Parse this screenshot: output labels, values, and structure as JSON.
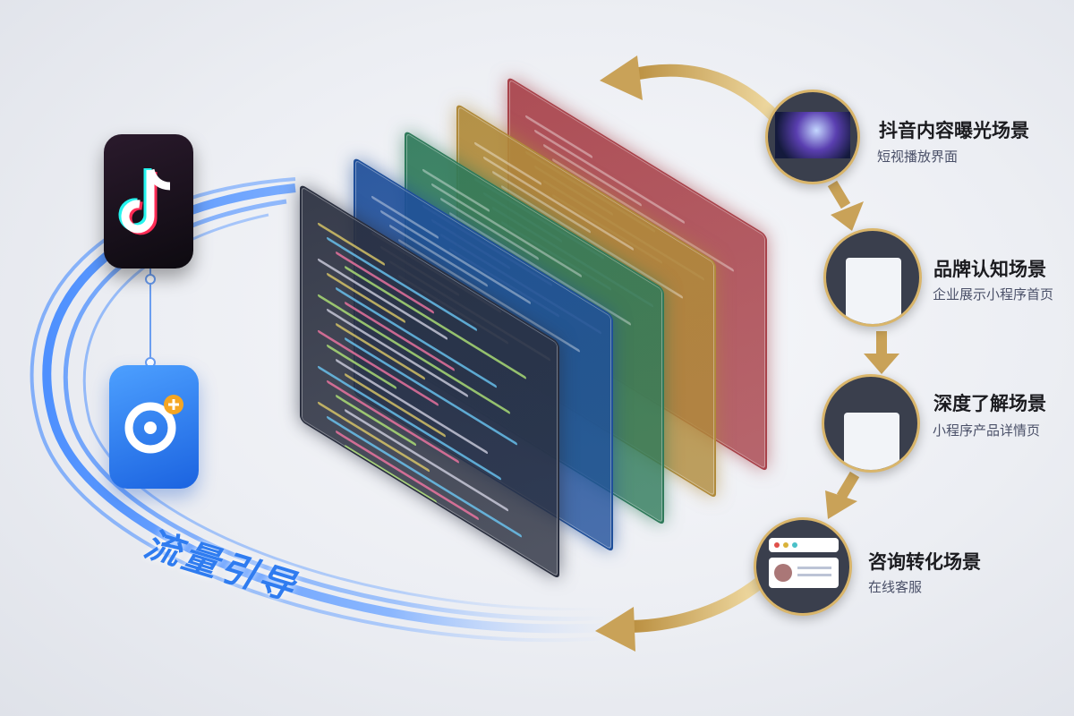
{
  "flow_label": "流量引导",
  "apps": [
    {
      "name": "douyin",
      "icon": "tiktok-note-icon",
      "color": "#1a0f1c"
    },
    {
      "name": "mini-program",
      "icon": "mini-program-icon",
      "color": "#2b7cf3"
    }
  ],
  "panel_colors": [
    "#2a2f3f",
    "#1f4f9a",
    "#2f7a5a",
    "#b08a3a",
    "#a8424a"
  ],
  "scenes": [
    {
      "title": "抖音内容曝光场景",
      "subtitle": "短视播放界面"
    },
    {
      "title": "品牌认知场景",
      "subtitle": "企业展示小程序首页"
    },
    {
      "title": "深度了解场景",
      "subtitle": "小程序产品详情页"
    },
    {
      "title": "咨询转化场景",
      "subtitle": "在线客服"
    }
  ],
  "accent_gold": "#c9a258",
  "accent_blue": "#3d86ff"
}
